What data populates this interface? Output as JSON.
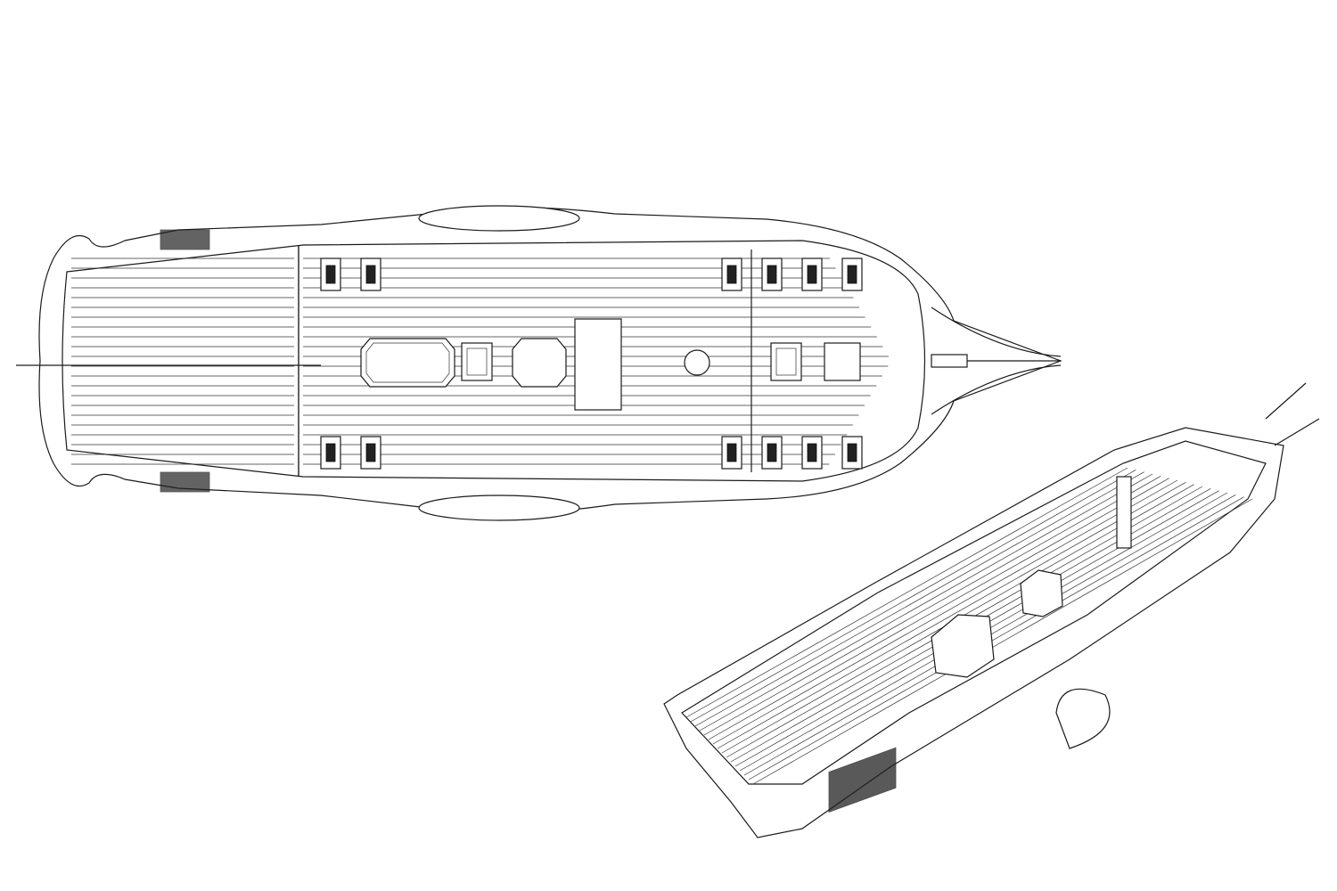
{
  "colors": {
    "background": "#ffffff",
    "line": "#1a1a1a"
  },
  "views": [
    {
      "name": "top-plan-view",
      "cannons_per_side": 6
    },
    {
      "name": "perspective-view"
    }
  ]
}
